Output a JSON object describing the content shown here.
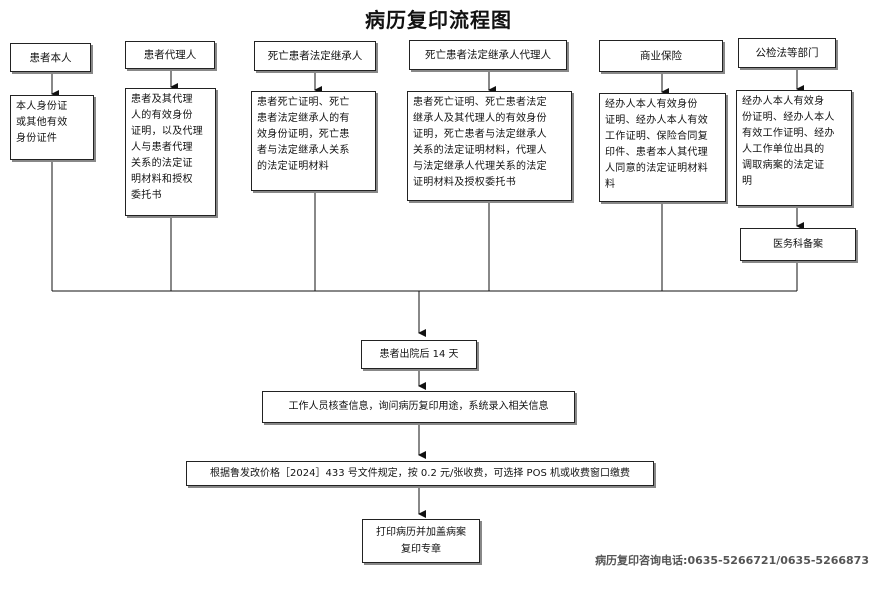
{
  "title": "病历复印流程图",
  "categories": [
    {
      "header": "患者本人",
      "content": "本人身份证\n或其他有效\n身份证件"
    },
    {
      "header": "患者代理人",
      "content": "患者及其代理\n人的有效身份\n证明，以及代理\n人与患者代理\n关系的法定证\n明材料和授权\n委托书"
    },
    {
      "header": "死亡患者法定继承人",
      "content": "患者死亡证明、死亡\n患者法定继承人的有\n效身份证明，死亡患\n者与法定继承人关系\n的法定证明材料"
    },
    {
      "header": "死亡患者法定继承人代理人",
      "content": "患者死亡证明、死亡患者法定\n继承人及其代理人的有效身份\n证明，死亡患者与法定继承人\n关系的法定证明材料，代理人\n与法定继承人代理关系的法定\n证明材料及授权委托书"
    },
    {
      "header": "商业保险",
      "content": "经办人本人有效身份\n证明、经办人本人有效\n工作证明、保险合同复\n印件、患者本人其代理\n人同意的法定证明材料\n料"
    },
    {
      "header": "公检法等部门",
      "content": "经办人本人有效身\n份证明、经办人本人\n有效工作证明、经办\n人工作单位出具的\n调取病案的法定证\n明"
    }
  ],
  "approval": "医务科备案",
  "steps": [
    "患者出院后 14 天",
    "工作人员核查信息，询问病历复印用途，系统录入相关信息",
    "根据鲁发改价格［2024］433 号文件规定，按 0.2 元/张收费，可选择 POS 机或收费窗口缴费",
    "打印病历并加盖病案\n复印专章"
  ],
  "footer": "病历复印咨询电话:0635-5266721/0635-5266873"
}
